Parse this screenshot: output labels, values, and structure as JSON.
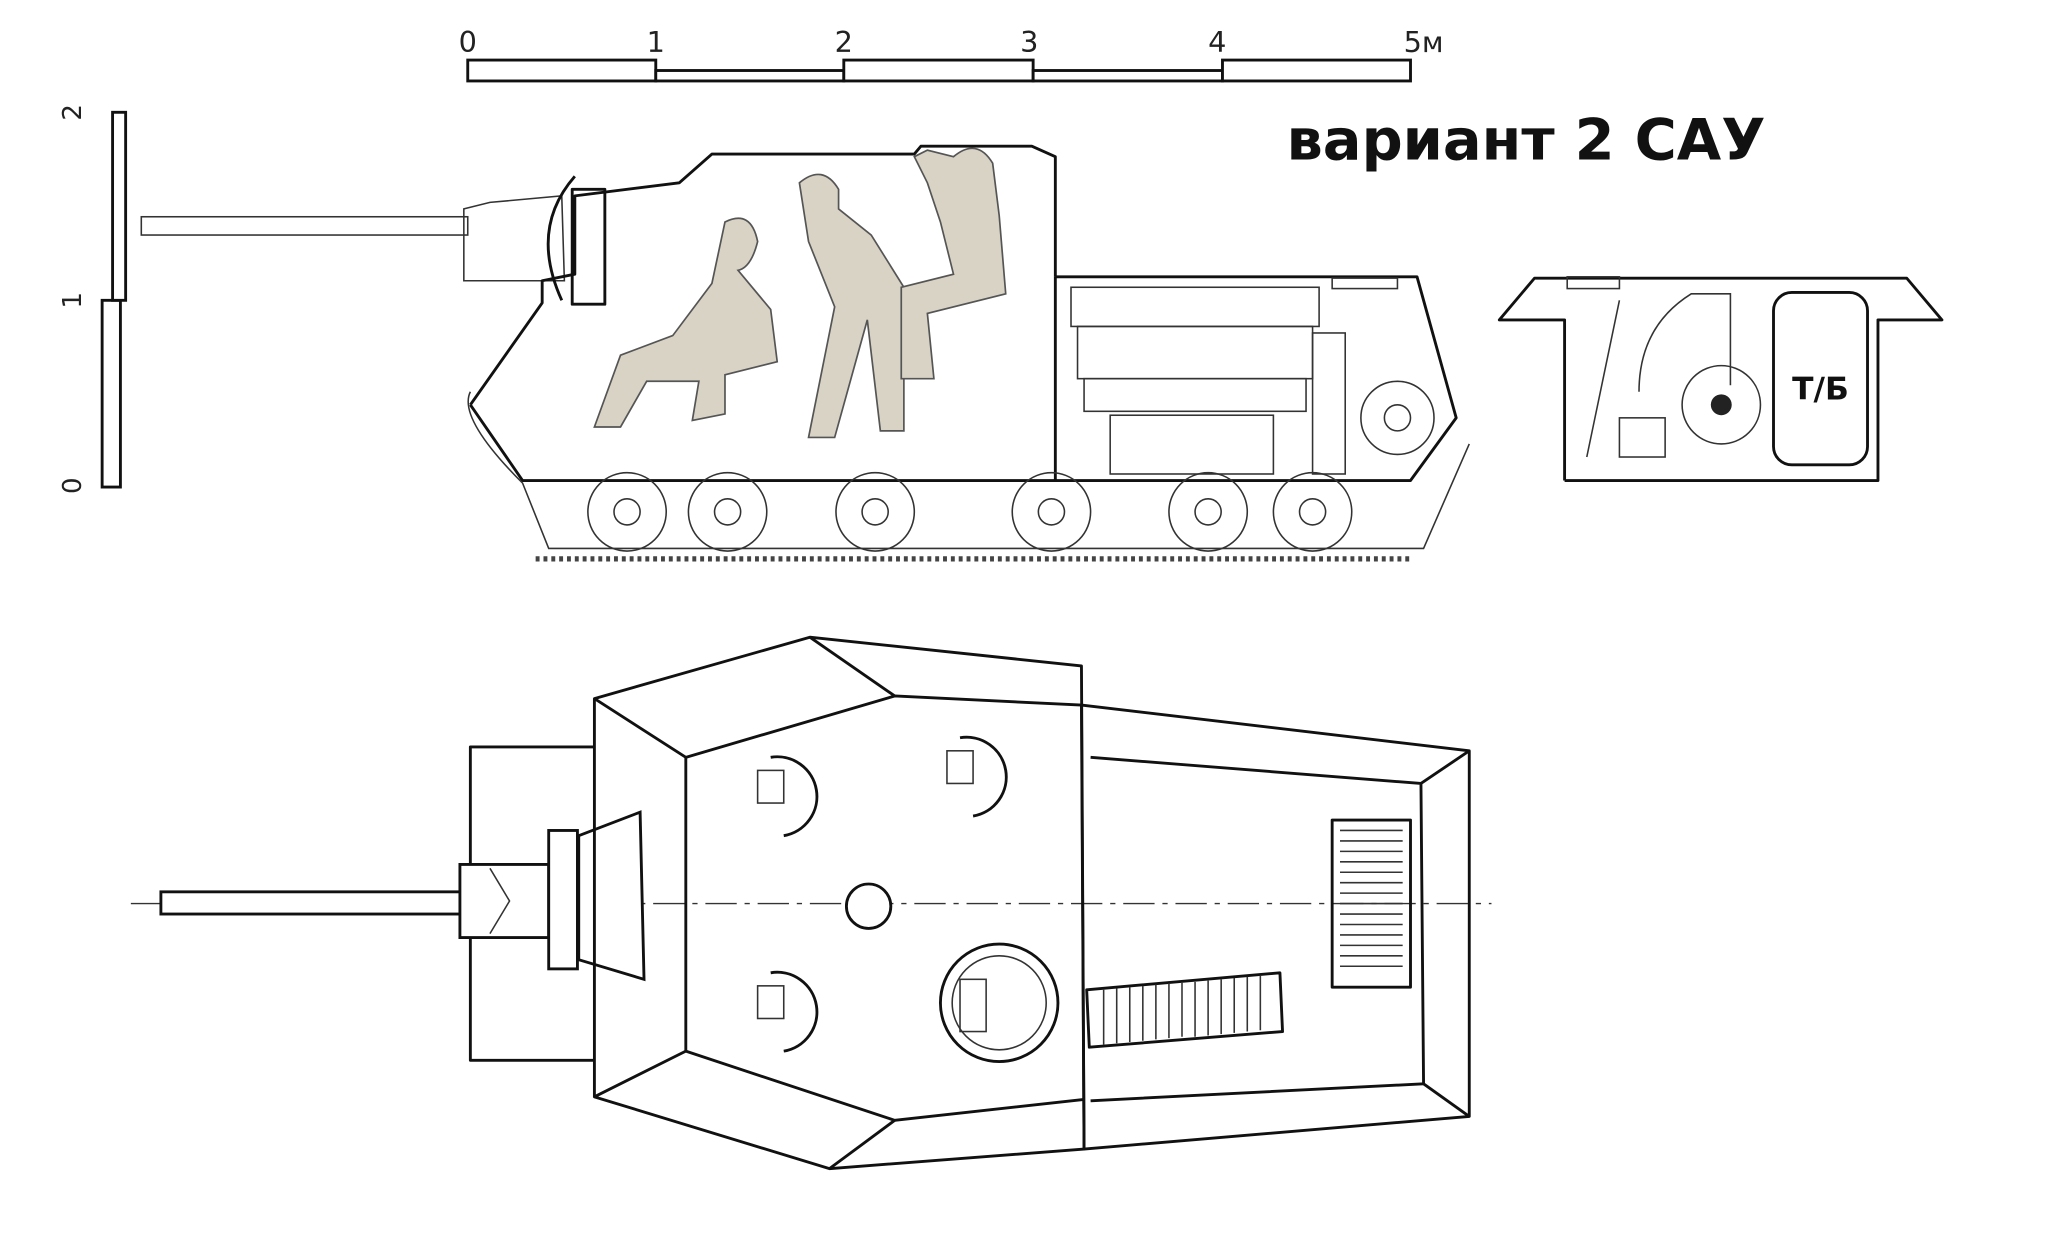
{
  "title": "вариант 2 САУ",
  "fuel_tank_label": "Т/Б",
  "horizontal_scale": {
    "labels": [
      "0",
      "1",
      "2",
      "3",
      "4",
      "5м"
    ]
  },
  "vertical_scale": {
    "labels": [
      "0",
      "1",
      "2"
    ]
  },
  "colors": {
    "line": "#111111",
    "crew": "#d9d3c5",
    "background": "#ffffff"
  }
}
